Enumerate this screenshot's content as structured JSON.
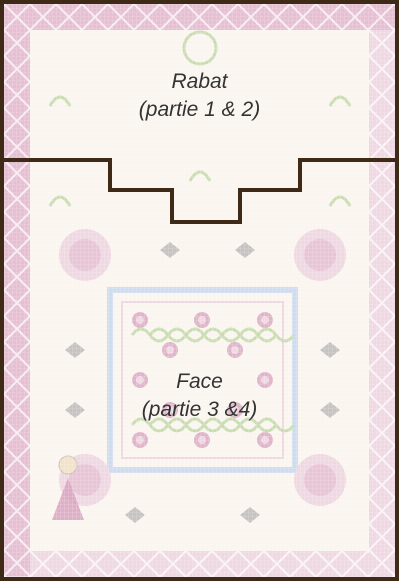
{
  "sections": {
    "rabat": {
      "title": "Rabat",
      "subtitle": "(partie 1 & 2)"
    },
    "face": {
      "title": "Face",
      "subtitle": "(partie 3 &4)"
    }
  },
  "colors": {
    "outline": "#3e2a17",
    "fabric": "#fbf5ef",
    "pink": "#e6bfd2",
    "pink_light": "#f0d8e3",
    "pink_deep": "#d79fbd",
    "green": "#c9ddb0",
    "blue": "#cfdcef",
    "gray": "#c6c3c2"
  }
}
